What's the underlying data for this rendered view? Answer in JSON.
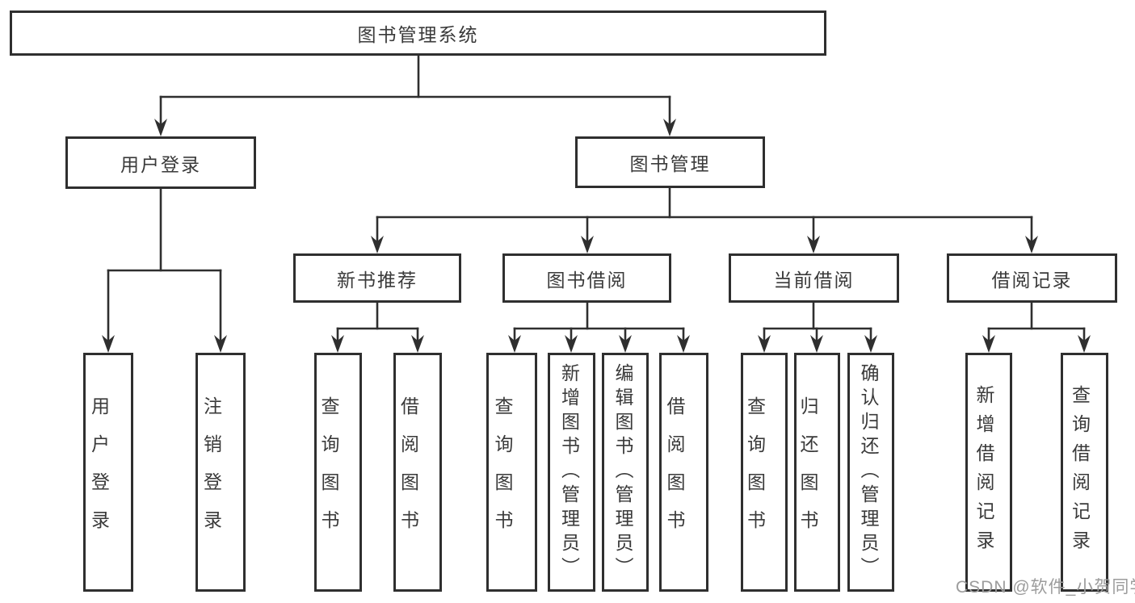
{
  "diagram": {
    "root": {
      "label": "图书管理系统"
    },
    "level2": {
      "user_login": {
        "label": "用户登录"
      },
      "book_management": {
        "label": "图书管理"
      }
    },
    "level3": {
      "new_book_recommend": {
        "label": "新书推荐"
      },
      "book_borrow": {
        "label": "图书借阅"
      },
      "current_borrow": {
        "label": "当前借阅"
      },
      "borrow_records": {
        "label": "借阅记录"
      }
    },
    "leaves": {
      "user_login": {
        "label": "用户登录"
      },
      "logout": {
        "label": "注销登录"
      },
      "nb_query_books": {
        "label": "查询图书"
      },
      "nb_borrow_books": {
        "label": "借阅图书"
      },
      "bb_query_books": {
        "label": "查询图书"
      },
      "bb_add_books": {
        "label": "新增图书（管理员）"
      },
      "bb_edit_books": {
        "label": "编辑图书（管理员）"
      },
      "bb_borrow_books": {
        "label": "借阅图书"
      },
      "cb_query_books": {
        "label": "查询图书"
      },
      "cb_return_books": {
        "label": "归还图书"
      },
      "cb_confirm_return": {
        "label": "确认归还（管理员）"
      },
      "br_add_record": {
        "label": "新增借阅记录"
      },
      "br_query_record": {
        "label": "查询借阅记录"
      }
    }
  },
  "watermark": "CSDN @软件_小贺同学",
  "colors": {
    "line": "#2f2f2f",
    "text": "#3a3a3a",
    "watermark": "#9c9c9c",
    "background": "#ffffff"
  }
}
